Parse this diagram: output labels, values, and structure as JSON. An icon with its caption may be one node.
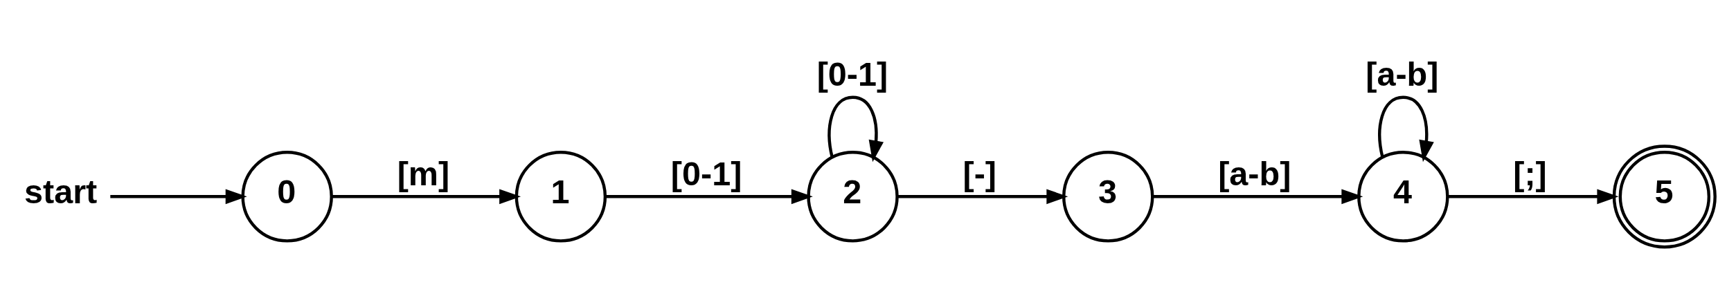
{
  "diagram": {
    "nodes": [
      {
        "text": [
          "start"
        ]
      },
      {
        "text": [
          "0"
        ]
      },
      {
        "text": [
          "1"
        ]
      },
      {
        "text": [
          "2"
        ]
      },
      {
        "text": [
          "3"
        ]
      },
      {
        "text": [
          "4"
        ]
      },
      {
        "text": [
          "5"
        ]
      }
    ],
    "edges": [
      {
        "from": 0,
        "to": 1,
        "arrow": "to"
      },
      {
        "from": 1,
        "to": 2,
        "label": "[m]",
        "arrow": "to"
      },
      {
        "from": 2,
        "to": 3,
        "label": "[0-1]",
        "arrow": "to"
      },
      {
        "from": 3,
        "to": 3,
        "label": "[0-1]",
        "arrow": "to"
      },
      {
        "from": 3,
        "to": 4,
        "label": "[-]",
        "arrow": "to"
      },
      {
        "from": 4,
        "to": 5,
        "label": "[a-b]",
        "arrow": "to"
      },
      {
        "from": 5,
        "to": 5,
        "label": "[a-b]",
        "arrow": "to"
      },
      {
        "from": 5,
        "to": 6,
        "label": "[;]",
        "arrow": "to"
      }
    ]
  }
}
